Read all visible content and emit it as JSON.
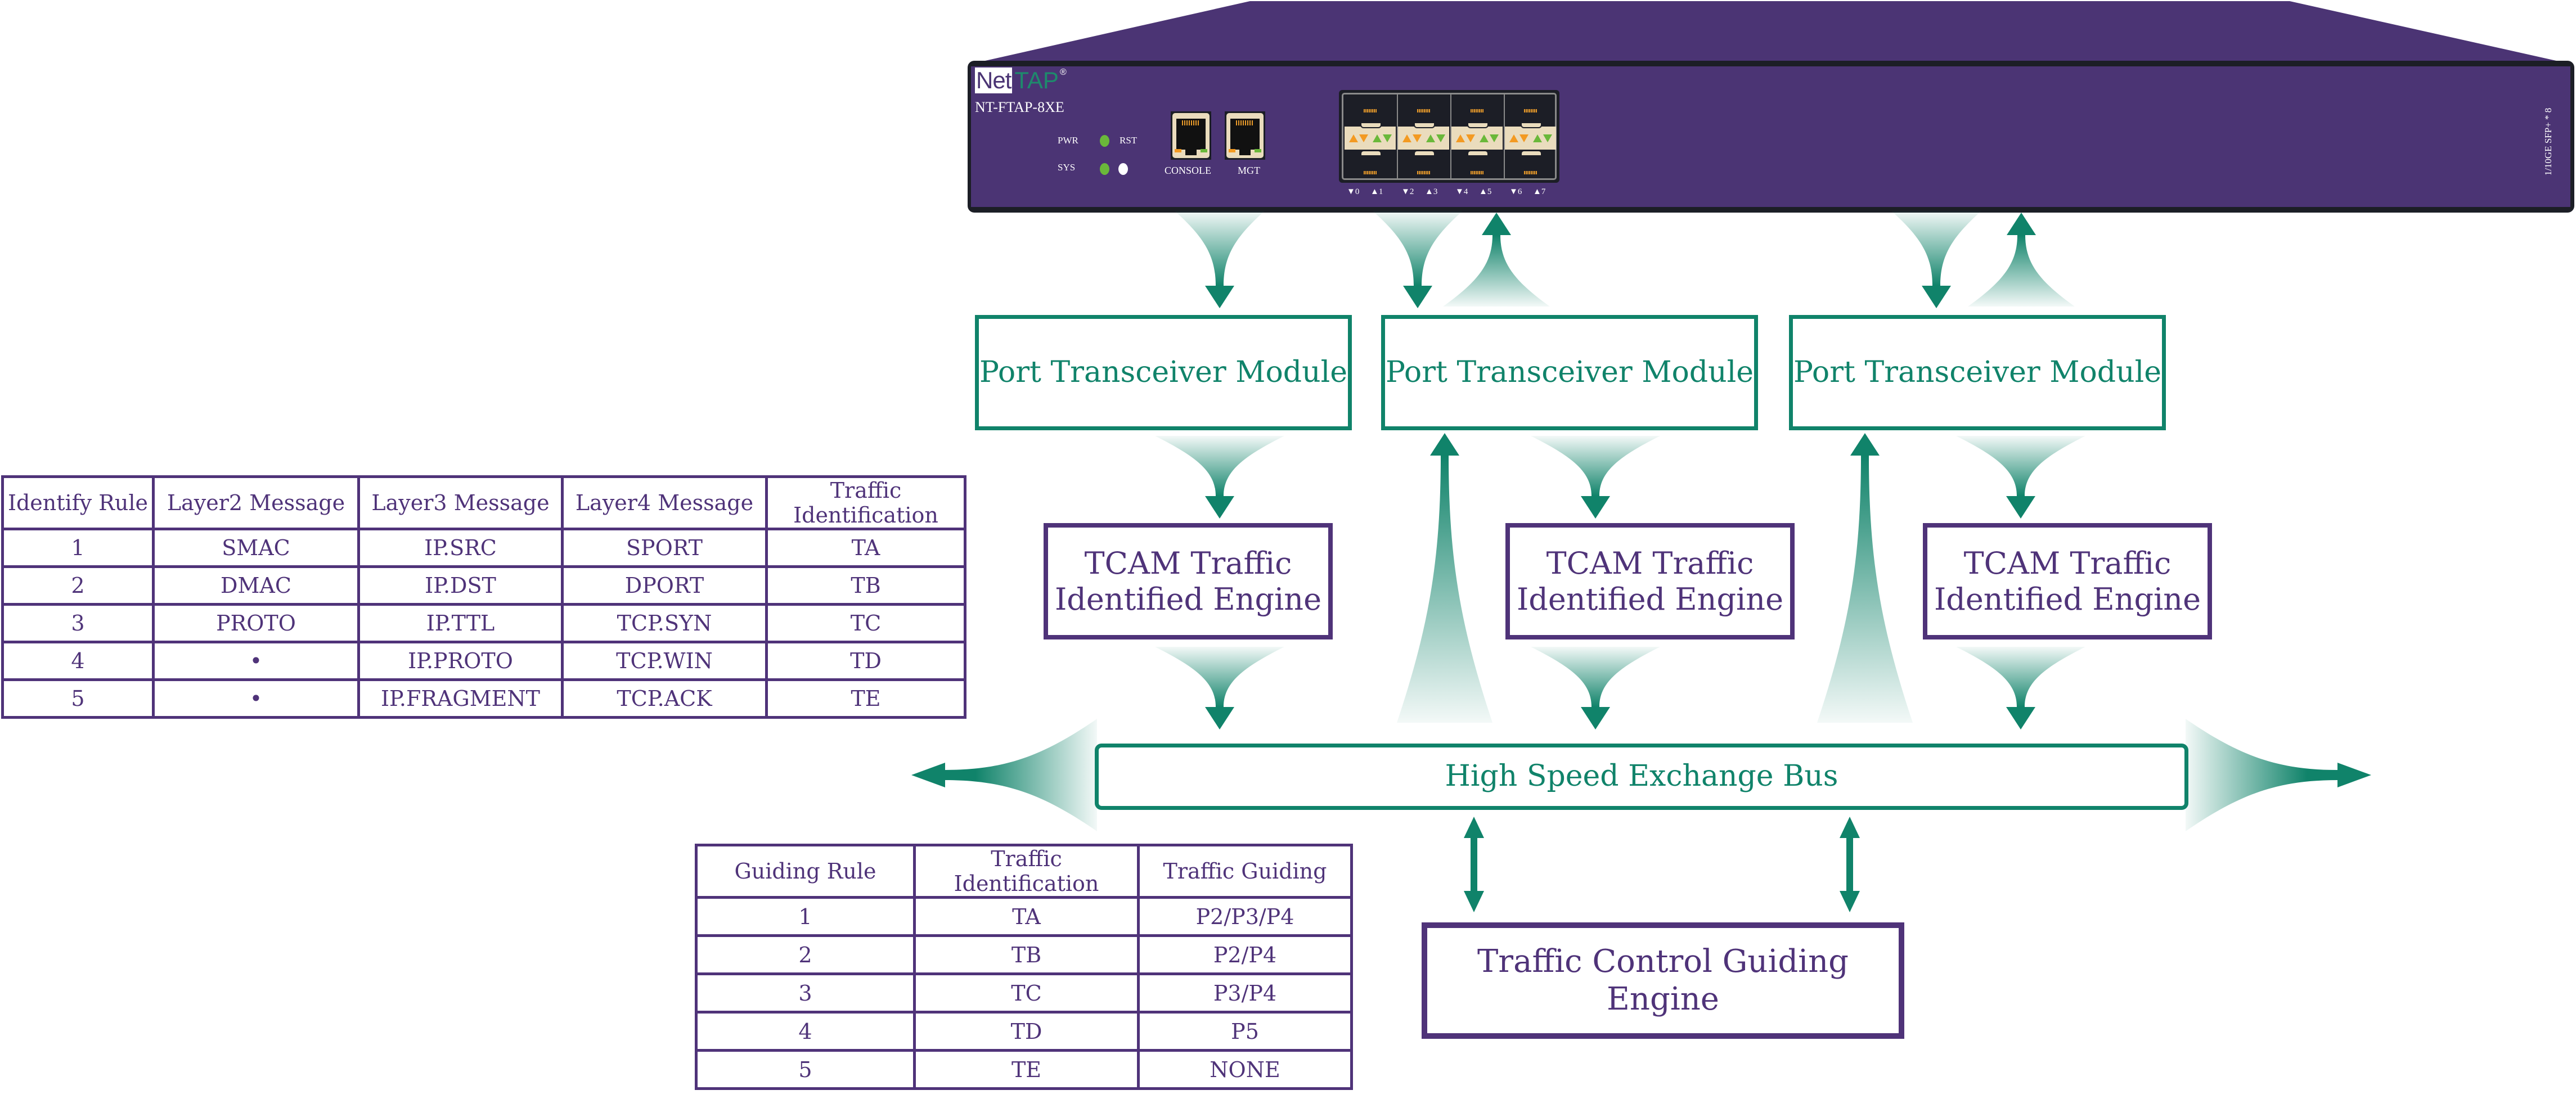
{
  "device": {
    "logo_net": "Net",
    "logo_tap": "TAP",
    "logo_reg": "®",
    "model": "NT-FTAP-8XE",
    "led_labels": [
      "PWR",
      "RST",
      "SYS"
    ],
    "ports": [
      {
        "label": "CONSOLE"
      },
      {
        "label": "MGT"
      }
    ],
    "sfp_port_labels": [
      "▼0",
      "▲1",
      "▼2",
      "▲3",
      "▼4",
      "▲5",
      "▼6",
      "▲7"
    ],
    "side_label": "1/10GE SFP+ * 8",
    "colors": {
      "chassis": "#4b3474",
      "trim": "#1c1e26",
      "led_green": "#6ab83a",
      "led_white": "#ffffff",
      "amber": "#f39a22"
    }
  },
  "diagram": {
    "transceivers": [
      {
        "label": "Port Transceiver Module"
      },
      {
        "label": "Port Transceiver Module"
      },
      {
        "label": "Port Transceiver Module"
      }
    ],
    "tcam_engines": [
      {
        "line1": "TCAM Traffic",
        "line2": "Identified Engine"
      },
      {
        "line1": "TCAM Traffic",
        "line2": "Identified Engine"
      },
      {
        "line1": "TCAM Traffic",
        "line2": "Identified Engine"
      }
    ],
    "bus_label": "High Speed Exchange Bus",
    "guiding_engine_label": "Traffic Control Guiding Engine",
    "colors": {
      "green": "#10836a",
      "purple": "#4f3379"
    }
  },
  "identify_table": {
    "headers": [
      "Identify Rule",
      "Layer2 Message",
      "Layer3 Message",
      "Layer4 Message",
      "Traffic Identification"
    ],
    "rows": [
      [
        "1",
        "SMAC",
        "IP.SRC",
        "SPORT",
        "TA"
      ],
      [
        "2",
        "DMAC",
        "IP.DST",
        "DPORT",
        "TB"
      ],
      [
        "3",
        "PROTO",
        "IP.TTL",
        "TCP.SYN",
        "TC"
      ],
      [
        "4",
        "•",
        "IP.PROTO",
        "TCP.WIN",
        "TD"
      ],
      [
        "5",
        "•",
        "IP.FRAGMENT",
        "TCP.ACK",
        "TE"
      ]
    ]
  },
  "guiding_table": {
    "headers": [
      "Guiding Rule",
      "Traffic Identification",
      "Traffic Guiding"
    ],
    "rows": [
      [
        "1",
        "TA",
        "P2/P3/P4"
      ],
      [
        "2",
        "TB",
        "P2/P4"
      ],
      [
        "3",
        "TC",
        "P3/P4"
      ],
      [
        "4",
        "TD",
        "P5"
      ],
      [
        "5",
        "TE",
        "NONE"
      ]
    ]
  }
}
